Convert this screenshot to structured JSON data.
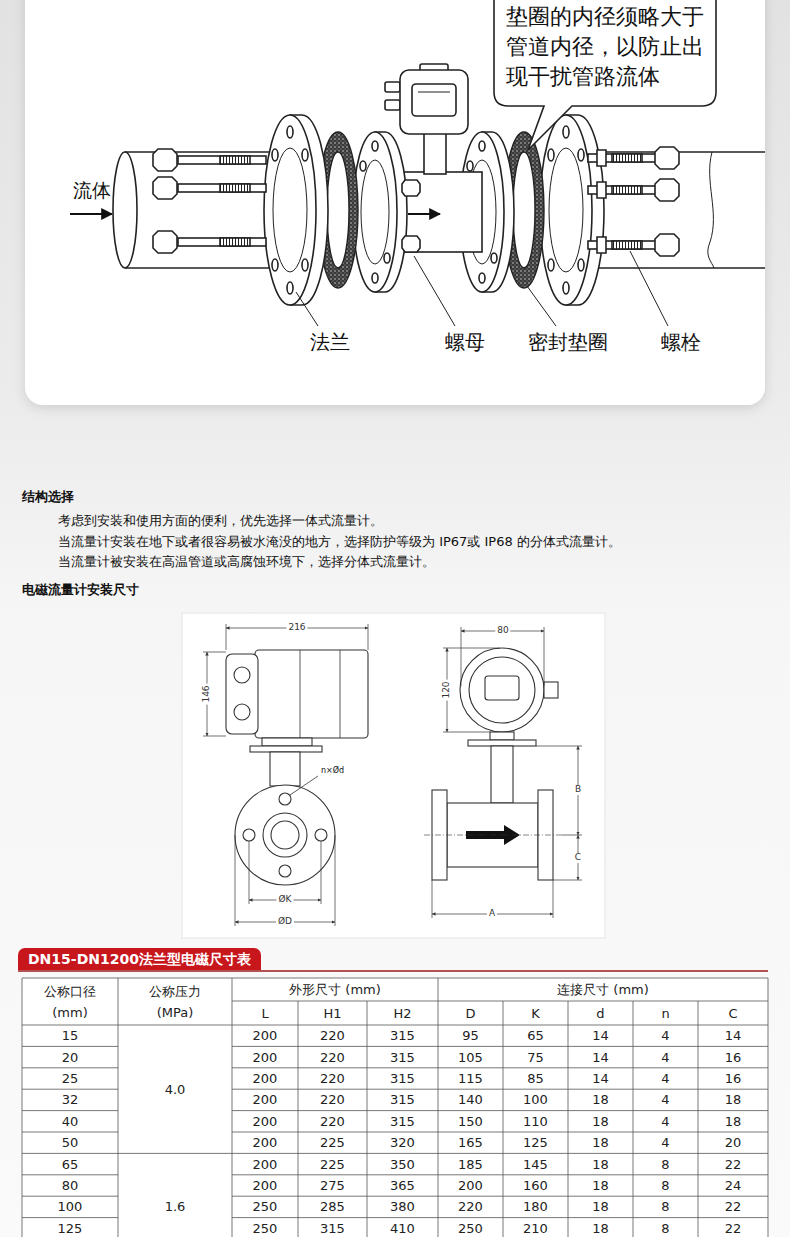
{
  "diagram": {
    "nodes": [
      {
        "text": [
          "垫圈的内径须略大于管道内径，以防止出现干扰管路流体"
        ]
      },
      {
        "text": [
          "DN15-DN1200法兰型电磁尺寸表"
        ]
      }
    ],
    "labels": [
      "流体",
      "法兰",
      "螺母",
      "密封垫圈",
      "螺栓",
      "结构选择",
      "考虑到安装和使用方面的便利，优先选择一体式流量计。",
      "当流量计安装在地下或者很容易被水淹没的地方，选择防护等级为 IP67或 IP68 的分体式流量计。",
      "当流量计被安装在高温管道或高腐蚀环境下，选择分体式流量计。",
      "电磁流量计安装尺寸",
      "216",
      "146",
      "80",
      "120",
      "n×Ød",
      "ØK",
      "ØD",
      "B",
      "C",
      "A",
      "公称口径 (mm)",
      "公称压力 (MPa)",
      "外形尺寸 (mm)",
      "连接尺寸 (mm)",
      "L",
      "H1",
      "H2",
      "D",
      "K",
      "d",
      "n",
      "C",
      "15",
      "4.0",
      "200",
      "220",
      "315",
      "95",
      "65",
      "14",
      "4",
      "14",
      "20",
      "200",
      "220",
      "315",
      "105",
      "75",
      "14",
      "4",
      "16",
      "25",
      "200",
      "220",
      "315",
      "115",
      "85",
      "14",
      "4",
      "16",
      "32",
      "200",
      "220",
      "315",
      "140",
      "100",
      "18",
      "4",
      "18",
      "40",
      "200",
      "220",
      "315",
      "150",
      "110",
      "18",
      "4",
      "18",
      "50",
      "200",
      "225",
      "320",
      "165",
      "125",
      "18",
      "4",
      "20",
      "65",
      "1.6",
      "200",
      "225",
      "350",
      "185",
      "145",
      "18",
      "8",
      "22",
      "80",
      "200",
      "275",
      "365",
      "200",
      "160",
      "18",
      "8",
      "24",
      "100",
      "250",
      "285",
      "380",
      "220",
      "180",
      "18",
      "8",
      "22",
      "125",
      "250",
      "315",
      "410",
      "250",
      "210",
      "18",
      "8",
      "22"
    ]
  }
}
